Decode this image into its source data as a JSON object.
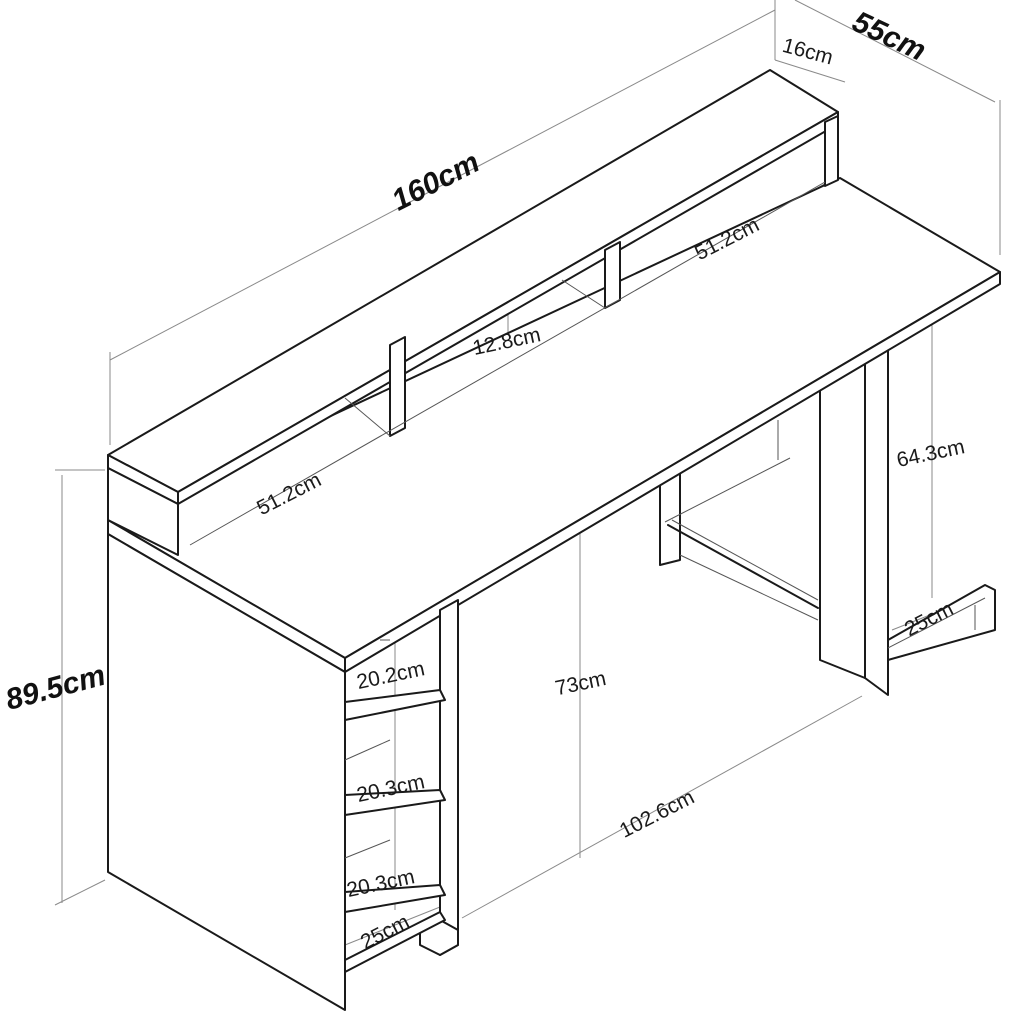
{
  "labels": {
    "total_width": "160cm",
    "total_depth": "55cm",
    "shelf_depth": "16cm",
    "total_height": "89.5cm",
    "shelf_left_width": "51.2cm",
    "shelf_right_width": "51.2cm",
    "shelf_height": "12.8cm",
    "desk_height": "73cm",
    "leg_height": "64.3cm",
    "knee_width": "102.6cm",
    "cell_1": "20.2cm",
    "cell_2": "20.3cm",
    "cell_3": "20.3cm",
    "cabinet_depth": "25cm",
    "leg_depth": "25cm"
  }
}
